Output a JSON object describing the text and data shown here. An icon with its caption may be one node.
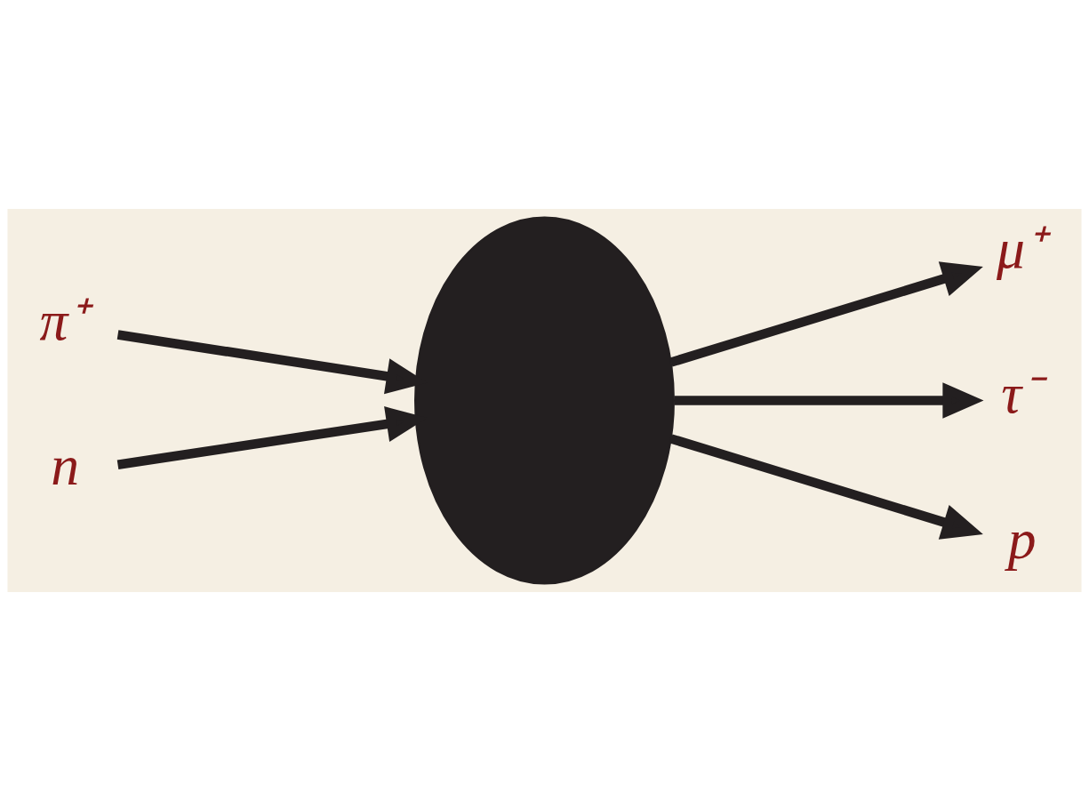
{
  "diagram": {
    "nodes": [
      {
        "text": [
          "π⁺"
        ]
      },
      {
        "text": [
          "n"
        ]
      },
      {
        "text": [],
        "shape": "ellipse"
      },
      {
        "text": [
          "μ⁺"
        ]
      },
      {
        "text": [
          "τ⁻"
        ]
      },
      {
        "text": [
          "p"
        ]
      }
    ],
    "edges": [
      {
        "from": 0,
        "to": 2,
        "arrow": "to"
      },
      {
        "from": 1,
        "to": 2,
        "arrow": "to"
      },
      {
        "from": 2,
        "to": 3,
        "arrow": "to"
      },
      {
        "from": 2,
        "to": 4,
        "arrow": "to"
      },
      {
        "from": 2,
        "to": 5,
        "arrow": "to"
      }
    ]
  }
}
